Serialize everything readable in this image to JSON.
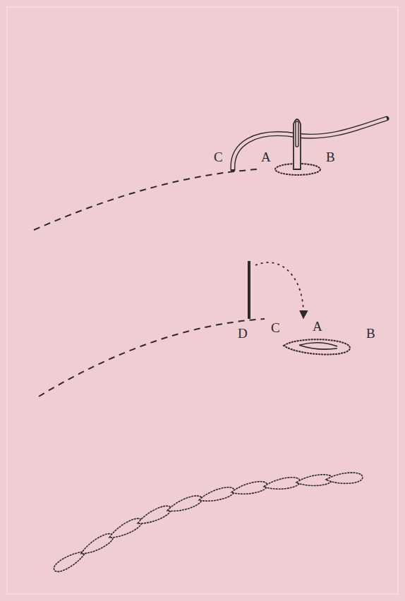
{
  "diagram": {
    "labels": [
      "C",
      "A",
      "B",
      "D",
      "C",
      "A",
      "B"
    ]
  }
}
